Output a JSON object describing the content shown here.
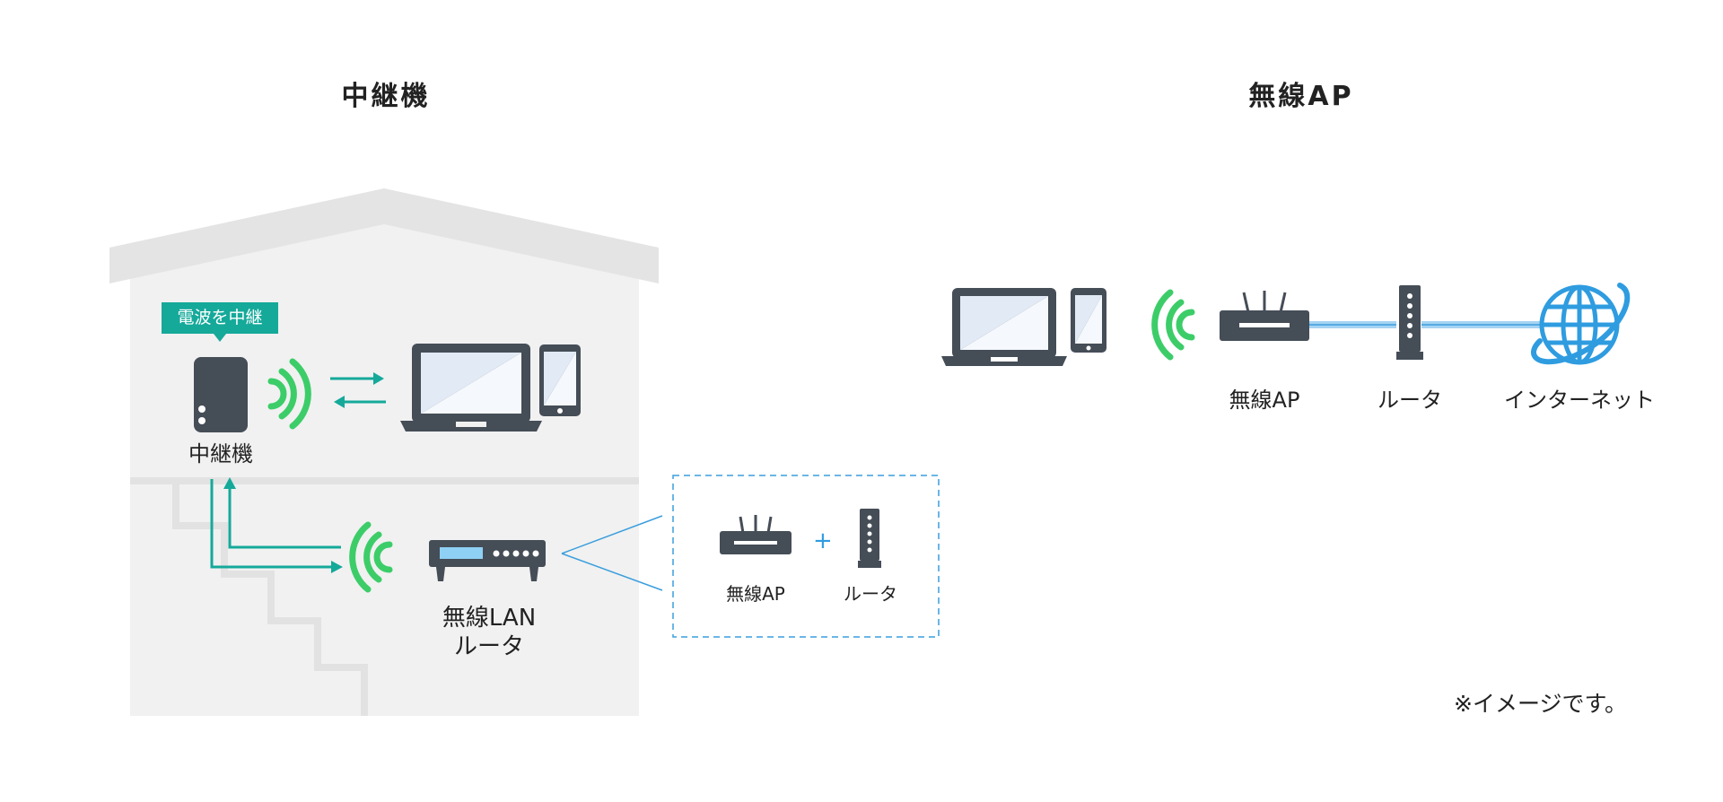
{
  "colors": {
    "house": "#f1f1f1",
    "roof": "#e4e4e4",
    "stairs": "#e2e2e2",
    "device": "#454d57",
    "screen": "#e2eaf6",
    "wifi": "#3ccd69",
    "arrow": "#15a99a",
    "link": "#3a9edd",
    "cable": "#a6d3f2",
    "globe": "#2f9ce0",
    "plus": "#2f9ce0"
  },
  "left": {
    "title": "中継機",
    "badge": "電波を中継",
    "repeater_label": "中継機",
    "router_label_line1": "無線LAN",
    "router_label_line2": "ルータ",
    "inset": {
      "ap_label": "無線AP",
      "plus": "+",
      "router_label": "ルータ"
    }
  },
  "right": {
    "title": "無線AP",
    "ap_label": "無線AP",
    "router_label": "ルータ",
    "internet_label": "インターネット"
  },
  "note": "※イメージです。",
  "icons": [
    "house-illustration",
    "stairs-illustration",
    "repeater-icon",
    "wifi-signal-icon",
    "bidirectional-arrows-icon",
    "laptop-icon",
    "smartphone-icon",
    "wireless-router-icon",
    "access-point-icon",
    "modem-router-icon",
    "globe-icon",
    "connection-arrows-icon"
  ]
}
